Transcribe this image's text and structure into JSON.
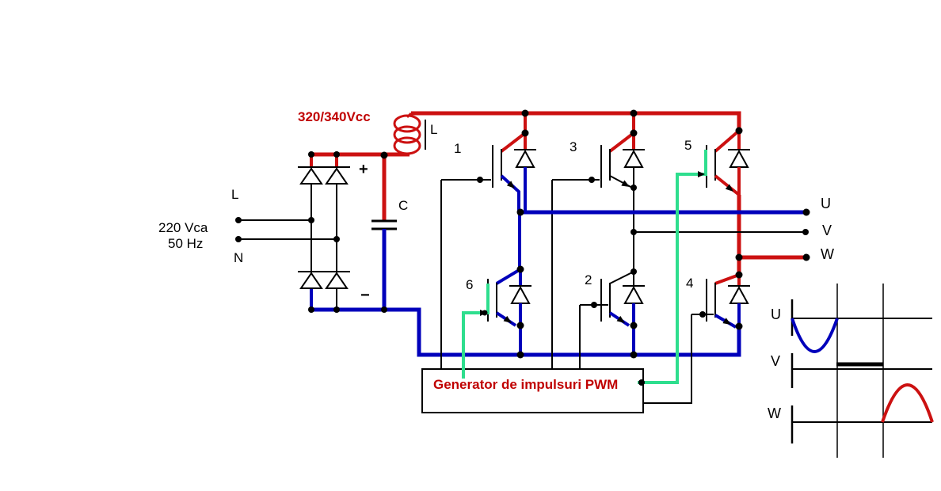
{
  "colors": {
    "wire_red": "#cc1111",
    "wire_blue": "#0000bb",
    "wire_green": "#2ede8e",
    "label_red": "#c00000"
  },
  "source": {
    "voltage": "220 Vca",
    "frequency": "50 Hz",
    "line_label": "L",
    "neutral_label": "N"
  },
  "dc_link": {
    "voltage_label": "320/340Vcc",
    "plus": "+",
    "minus": "−",
    "capacitor_label": "C",
    "inductor_label": "L"
  },
  "inverter": {
    "switch_numbers": {
      "s1": "1",
      "s2": "2",
      "s3": "3",
      "s4": "4",
      "s5": "5",
      "s6": "6"
    }
  },
  "outputs": {
    "u": "U",
    "v": "V",
    "w": "W"
  },
  "pwm": {
    "label": "Generator de impulsuri PWM"
  },
  "waveform_panel": {
    "u": "U",
    "v": "V",
    "w": "W"
  }
}
